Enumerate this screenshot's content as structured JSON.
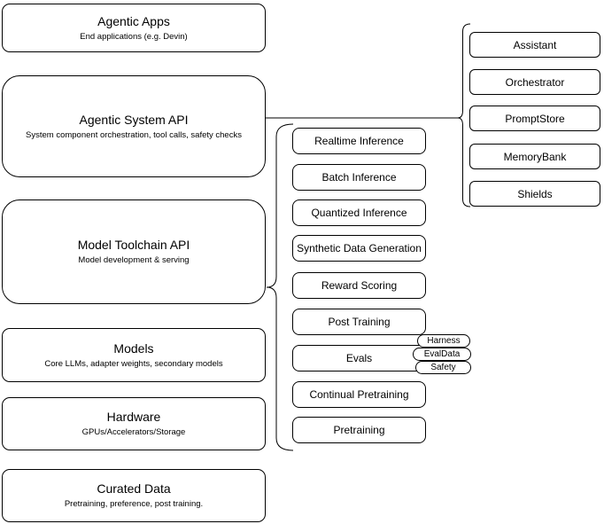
{
  "diagram": {
    "colors": {
      "border": "#000000",
      "fill": "#ffffff",
      "background": "#ffffff"
    },
    "stack": [
      {
        "title": "Agentic Apps",
        "subtitle": "End applications (e.g. Devin)"
      },
      {
        "title": "Agentic System API",
        "subtitle": "System component orchestration, tool calls, safety checks"
      },
      {
        "title": "Model Toolchain API",
        "subtitle": "Model development & serving"
      },
      {
        "title": "Models",
        "subtitle": "Core LLMs, adapter weights, secondary models"
      },
      {
        "title": "Hardware",
        "subtitle": "GPUs/Accelerators/Storage"
      },
      {
        "title": "Curated Data",
        "subtitle": "Pretraining, preference, post training."
      }
    ],
    "toolchain": {
      "items": [
        "Realtime Inference",
        "Batch Inference",
        "Quantized Inference",
        "Synthetic Data Generation",
        "Reward Scoring",
        "Post Training",
        "Evals",
        "Continual Pretraining",
        "Pretraining"
      ]
    },
    "eval_tags": [
      "Harness",
      "EvalData",
      "Safety"
    ],
    "system_components": [
      "Assistant",
      "Orchestrator",
      "PromptStore",
      "MemoryBank",
      "Shields"
    ]
  }
}
